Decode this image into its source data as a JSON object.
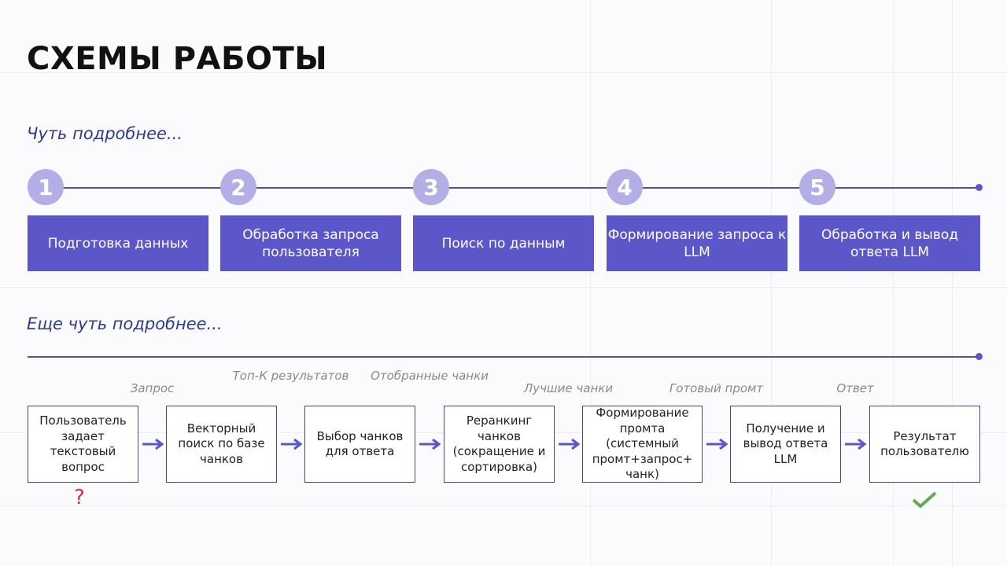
{
  "title": "СХЕМЫ РАБОТЫ",
  "section1": {
    "subtitle": "Чуть подробнее...",
    "stages": [
      {
        "number": "1",
        "label": "Подготовка данных"
      },
      {
        "number": "2",
        "label": "Обработка запроса пользователя"
      },
      {
        "number": "3",
        "label": "Поиск по данным"
      },
      {
        "number": "4",
        "label": "Формирование запроса к LLM"
      },
      {
        "number": "5",
        "label": "Обработка и вывод ответа LLM"
      }
    ]
  },
  "section2": {
    "subtitle": "Еще чуть подробнее...",
    "steps": [
      "Пользователь задает текстовый вопрос",
      "Векторный поиск по базе чанков",
      "Выбор чанков для ответа",
      "Реранкинг чанков (сокращение и сортировка)",
      "Формирование промта (системный промт+запрос+ чанк)",
      "Получение и вывод ответа LLM",
      "Результат пользователю"
    ],
    "transitions": [
      "Запрос",
      "Топ-К результатов",
      "Отобранные чанки",
      "Лучшие чанки",
      "Готовый промт",
      "Ответ"
    ],
    "start_icon": "question-mark-icon",
    "end_icon": "checkmark-icon"
  },
  "colors": {
    "accent": "#5b57c8",
    "circle": "#b3afe6",
    "question": "#d8303c",
    "check": "#6aa84f"
  }
}
